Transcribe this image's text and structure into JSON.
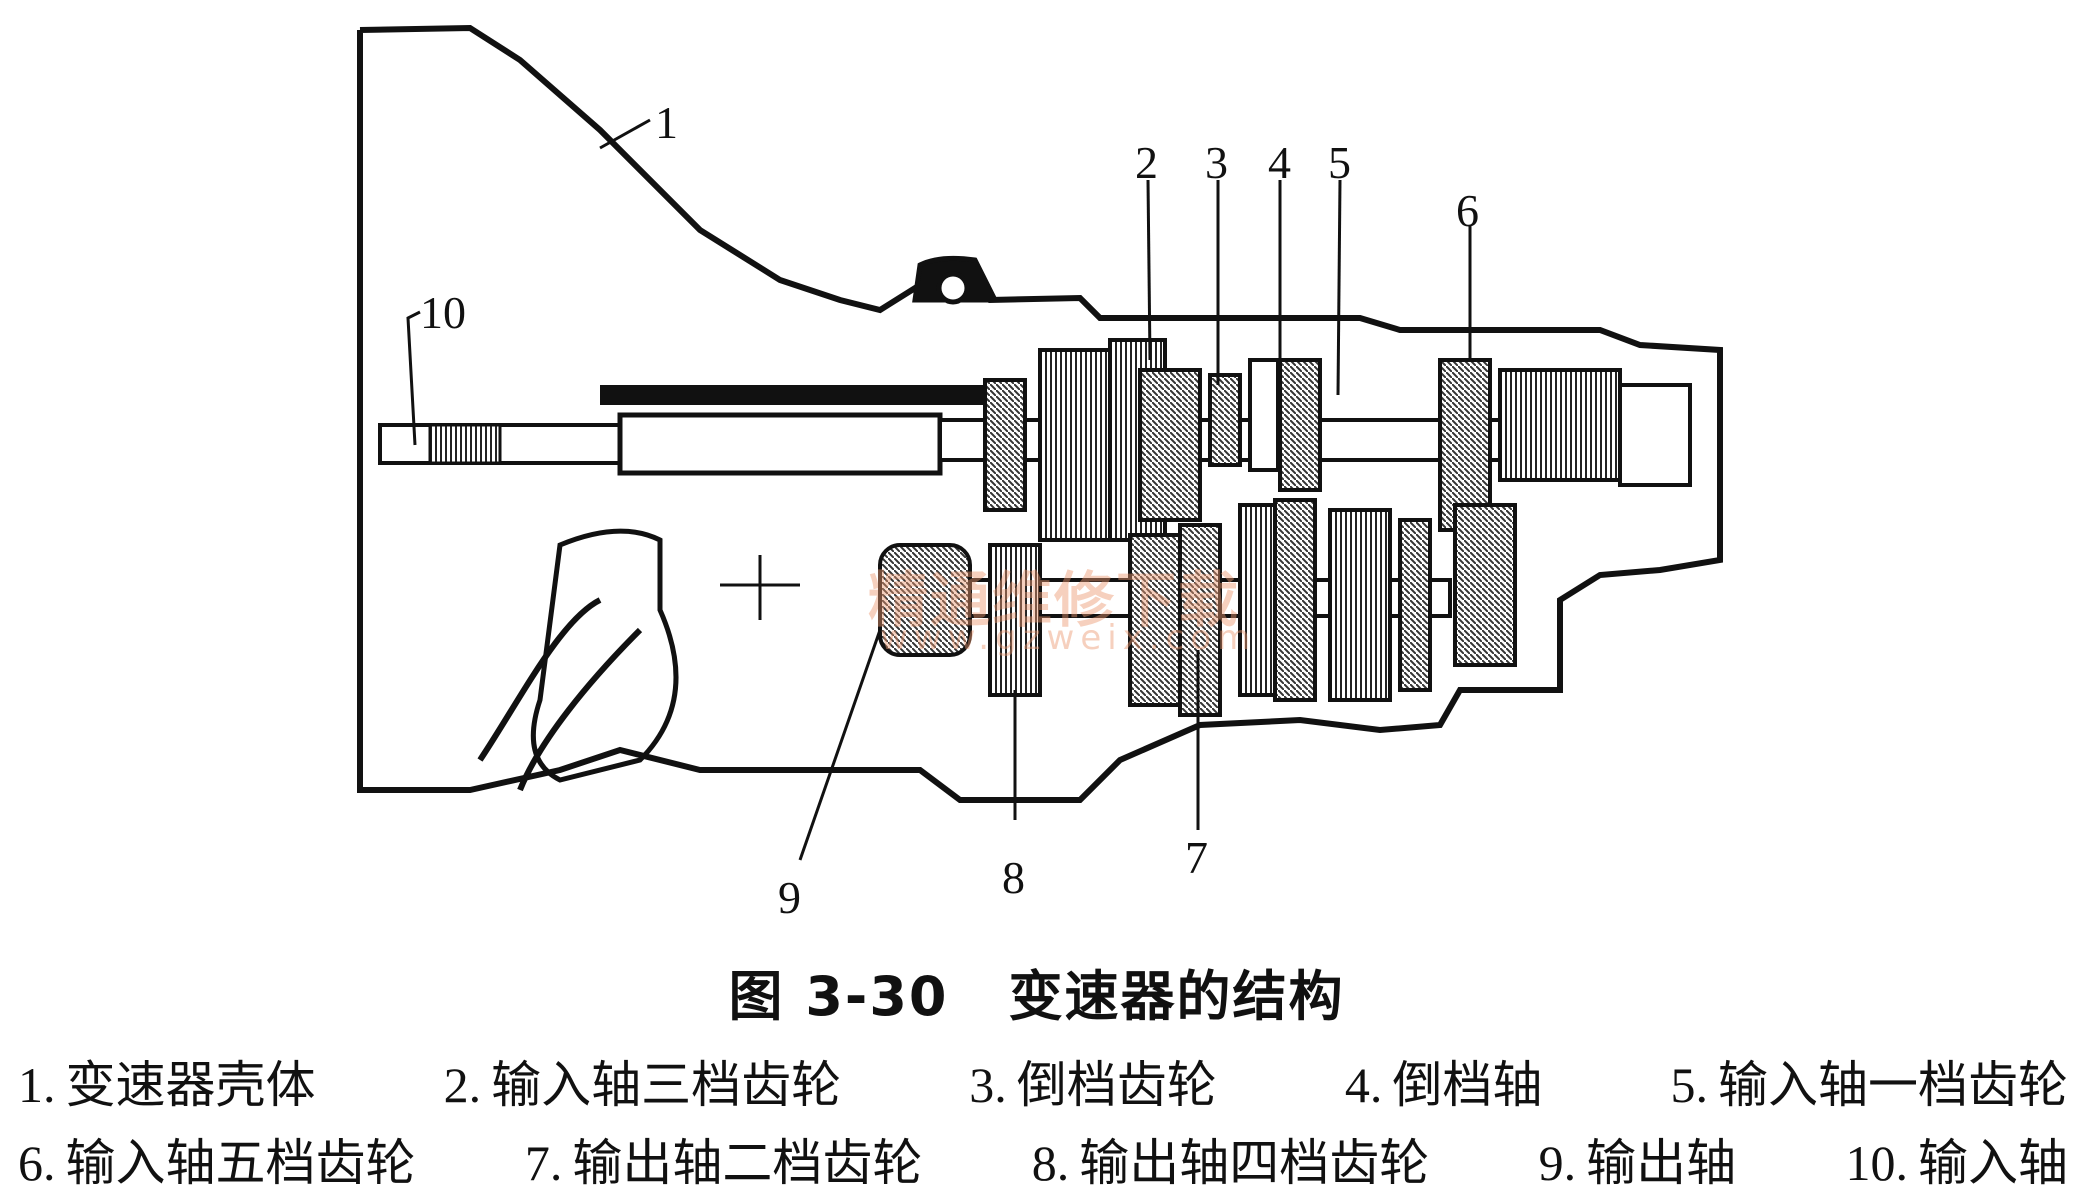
{
  "figure": {
    "caption_number": "图 3-30",
    "caption_title": "变速器的结构",
    "watermark": "精通维修下载",
    "watermark_url": "www.gzweix.com"
  },
  "callouts": [
    "1",
    "2",
    "3",
    "4",
    "5",
    "6",
    "7",
    "8",
    "9",
    "10"
  ],
  "legend": {
    "row1": [
      {
        "num": "1.",
        "text": "变速器壳体"
      },
      {
        "num": "2.",
        "text": "输入轴三档齿轮"
      },
      {
        "num": "3.",
        "text": "倒档齿轮"
      },
      {
        "num": "4.",
        "text": "倒档轴"
      },
      {
        "num": "5.",
        "text": "输入轴一档齿轮"
      }
    ],
    "row2": [
      {
        "num": "6.",
        "text": "输入轴五档齿轮"
      },
      {
        "num": "7.",
        "text": "输出轴二档齿轮"
      },
      {
        "num": "8.",
        "text": "输出轴四档齿轮"
      },
      {
        "num": "9.",
        "text": "输出轴"
      },
      {
        "num": "10.",
        "text": "输入轴"
      }
    ]
  },
  "colors": {
    "ink": "#111111",
    "paper": "#ffffff",
    "hatch": "#555555",
    "watermark": "#eb966e"
  }
}
